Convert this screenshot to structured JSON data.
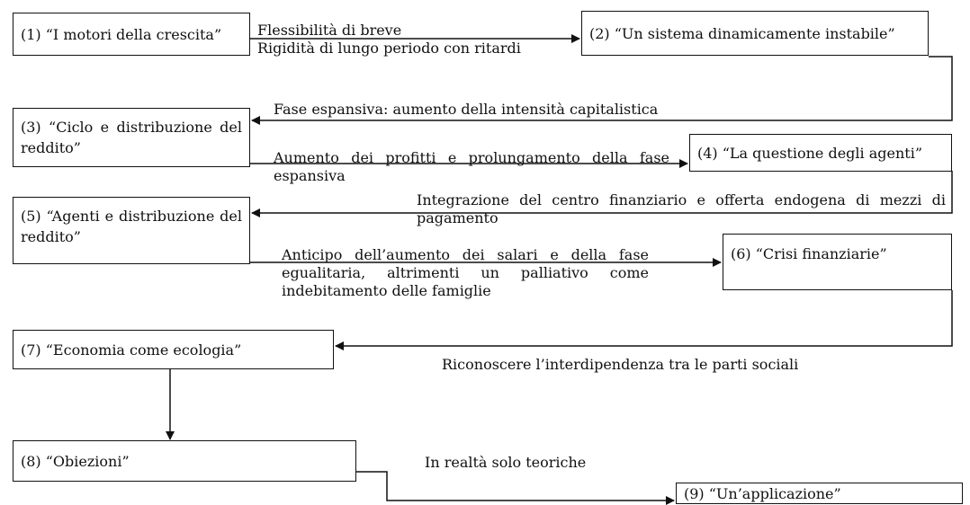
{
  "boxes": {
    "b1": "(1) “I motori della crescita”",
    "b2": "(2) “Un sistema dinamicamente instabile”",
    "b3": "(3) “Ciclo e distribuzione del reddito”",
    "b4": "(4) “La questione degli agenti”",
    "b5": "(5) “Agenti e distribuzione del reddito”",
    "b6": "(6) “Crisi finanziarie”",
    "b7": "(7) “Economia come ecologia”",
    "b8": "(8) “Obiezioni”",
    "b9": "(9) “Un’applicazione”"
  },
  "labels": {
    "l12_line1": "Flessibilità di breve",
    "l12_line2": "Rigidità di lungo periodo con ritardi",
    "l23": "Fase espansiva: aumento della intensità capitalistica",
    "l34": "Aumento dei profitti e prolungamento della fase espansiva",
    "l45": "Integrazione del centro finanziario e offerta endogena di mezzi di pagamento",
    "l56": "Anticipo dell’aumento dei salari e della fase egualitaria, altrimenti un palliativo come indebitamento delle famiglie",
    "l67": "Riconoscere l’interdipendenza tra le parti sociali",
    "l89": "In realtà solo teoriche"
  }
}
